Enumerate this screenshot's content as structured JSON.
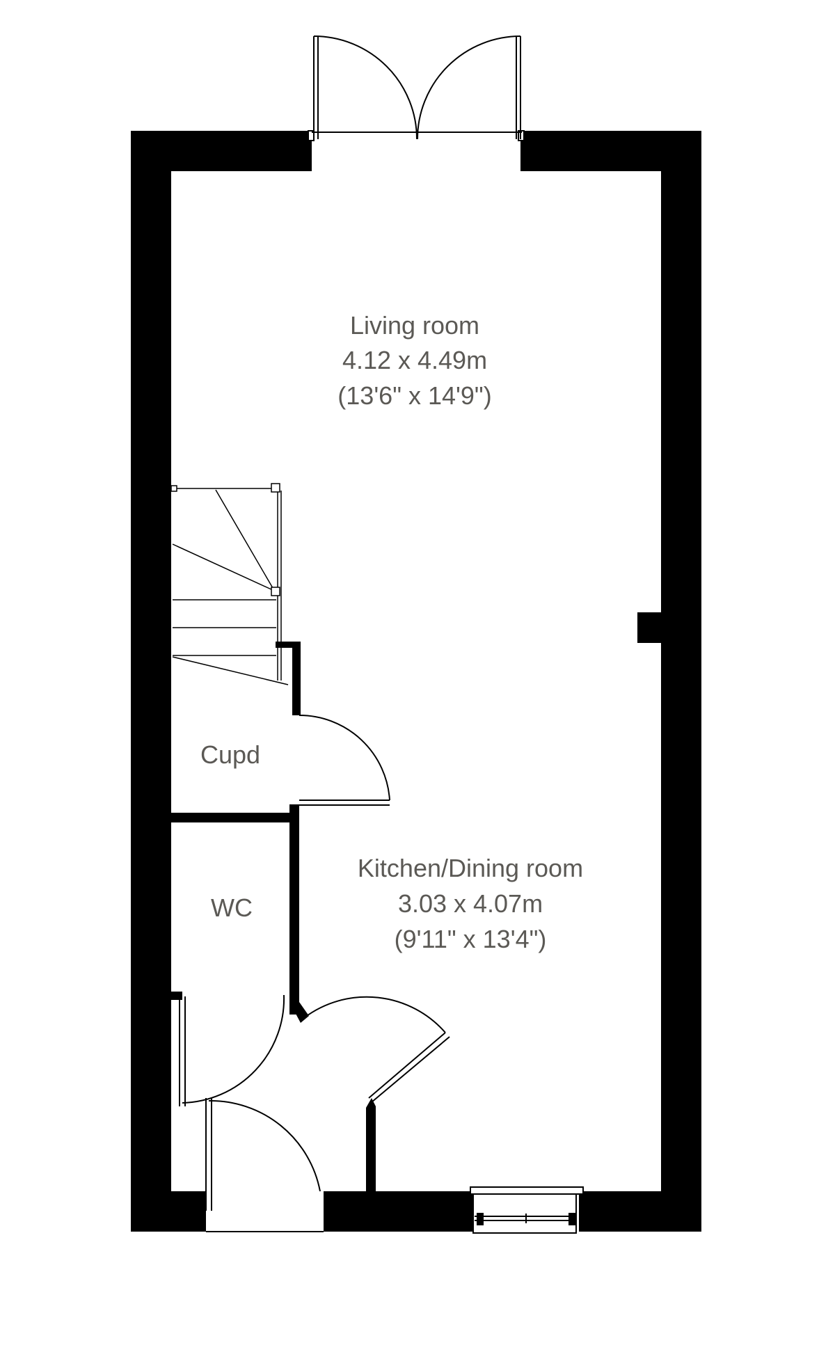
{
  "rooms": {
    "living": {
      "name": "Living room",
      "metric": "4.12 x 4.49m",
      "imperial": "(13'6\" x 14'9\")"
    },
    "cupboard": {
      "name": "Cupd"
    },
    "wc": {
      "name": "WC"
    },
    "kitchen": {
      "name": "Kitchen/Dining room",
      "metric": "3.03 x 4.07m",
      "imperial": "(9'11\" x 13'4\")"
    }
  },
  "colors": {
    "wall": "#000000",
    "label": "#5b5955",
    "background": "#ffffff"
  }
}
